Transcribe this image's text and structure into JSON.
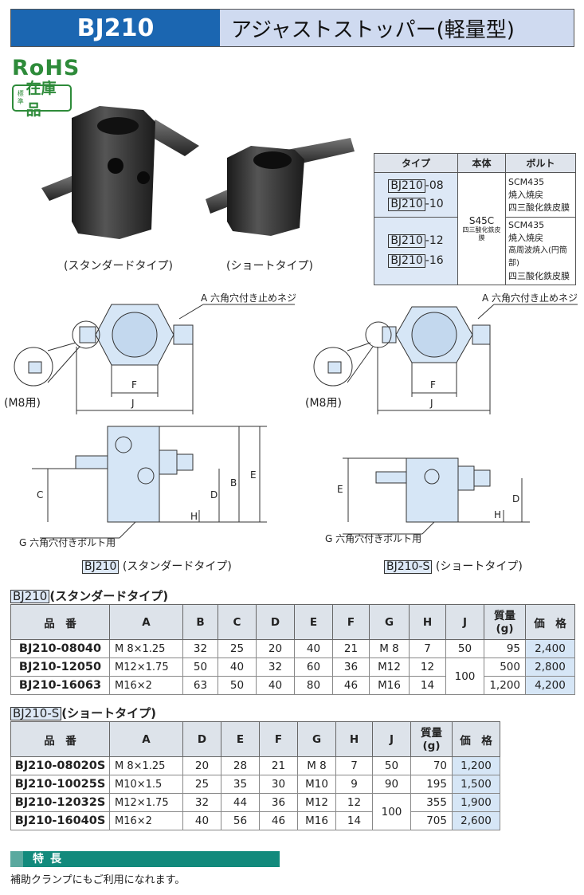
{
  "header": {
    "model": "BJ210",
    "name": "アジャストストッパー(軽量型)"
  },
  "badges": {
    "rohs": "RoHS",
    "stock_small": "標準",
    "stock": "在庫品"
  },
  "photos": {
    "standard_caption": "(スタンダードタイプ)",
    "short_caption": "(ショートタイプ)"
  },
  "materials": {
    "headers": [
      "タイプ",
      "本体",
      "ボルト"
    ],
    "models": [
      "BJ210",
      "BJ210",
      "BJ210",
      "BJ210"
    ],
    "suffixes": [
      "-08",
      "-10",
      "-12",
      "-16"
    ],
    "body": "S45C",
    "body_note": "四三酸化鉄皮膜",
    "bolt_a": [
      "SCM435",
      "焼入焼戻",
      "四三酸化鉄皮膜"
    ],
    "bolt_b": [
      "SCM435",
      "焼入焼戻",
      "高周波焼入(円筒部)",
      "四三酸化鉄皮膜"
    ]
  },
  "drawings": {
    "a_label": "A 六角穴付き止めネジ",
    "m8": "(M8用)",
    "f": "F",
    "j": "J",
    "b": "B",
    "c": "C",
    "d": "D",
    "e": "E",
    "h": "H",
    "g_label": "G 六角穴付きボルト用",
    "std_model": "BJ210",
    "std_type": "(スタンダードタイプ)",
    "short_model": "BJ210-S",
    "short_type": "(ショートタイプ)"
  },
  "standard_table": {
    "title_model": "BJ210",
    "title_type": "(スタンダードタイプ)",
    "headers": [
      "品　番",
      "A",
      "B",
      "C",
      "D",
      "E",
      "F",
      "G",
      "H",
      "J",
      "質量\n(g)",
      "価　格"
    ],
    "rows": [
      [
        "BJ210-08040",
        "M 8×1.25",
        "32",
        "25",
        "20",
        "40",
        "21",
        "M 8",
        "7",
        "50",
        "95",
        "2,400"
      ],
      [
        "BJ210-12050",
        "M12×1.75",
        "50",
        "40",
        "32",
        "60",
        "36",
        "M12",
        "12",
        "100",
        "500",
        "2,800"
      ],
      [
        "BJ210-16063",
        "M16×2",
        "63",
        "50",
        "40",
        "80",
        "46",
        "M16",
        "14",
        "",
        "1,200",
        "4,200"
      ]
    ]
  },
  "short_table": {
    "title_model": "BJ210-S",
    "title_type": "(ショートタイプ)",
    "headers": [
      "品　番",
      "A",
      "D",
      "E",
      "F",
      "G",
      "H",
      "J",
      "質量\n(g)",
      "価　格"
    ],
    "rows": [
      [
        "BJ210-08020S",
        "M 8×1.25",
        "20",
        "28",
        "21",
        "M 8",
        "7",
        "50",
        "70",
        "1,200"
      ],
      [
        "BJ210-10025S",
        "M10×1.5",
        "25",
        "35",
        "30",
        "M10",
        "9",
        "90",
        "195",
        "1,500"
      ],
      [
        "BJ210-12032S",
        "M12×1.75",
        "32",
        "44",
        "36",
        "M12",
        "12",
        "100",
        "355",
        "1,900"
      ],
      [
        "BJ210-16040S",
        "M16×2",
        "40",
        "56",
        "46",
        "M16",
        "14",
        "",
        "705",
        "2,600"
      ]
    ]
  },
  "features": {
    "title": "特長",
    "text": "補助クランプにもご利用になれます。"
  }
}
